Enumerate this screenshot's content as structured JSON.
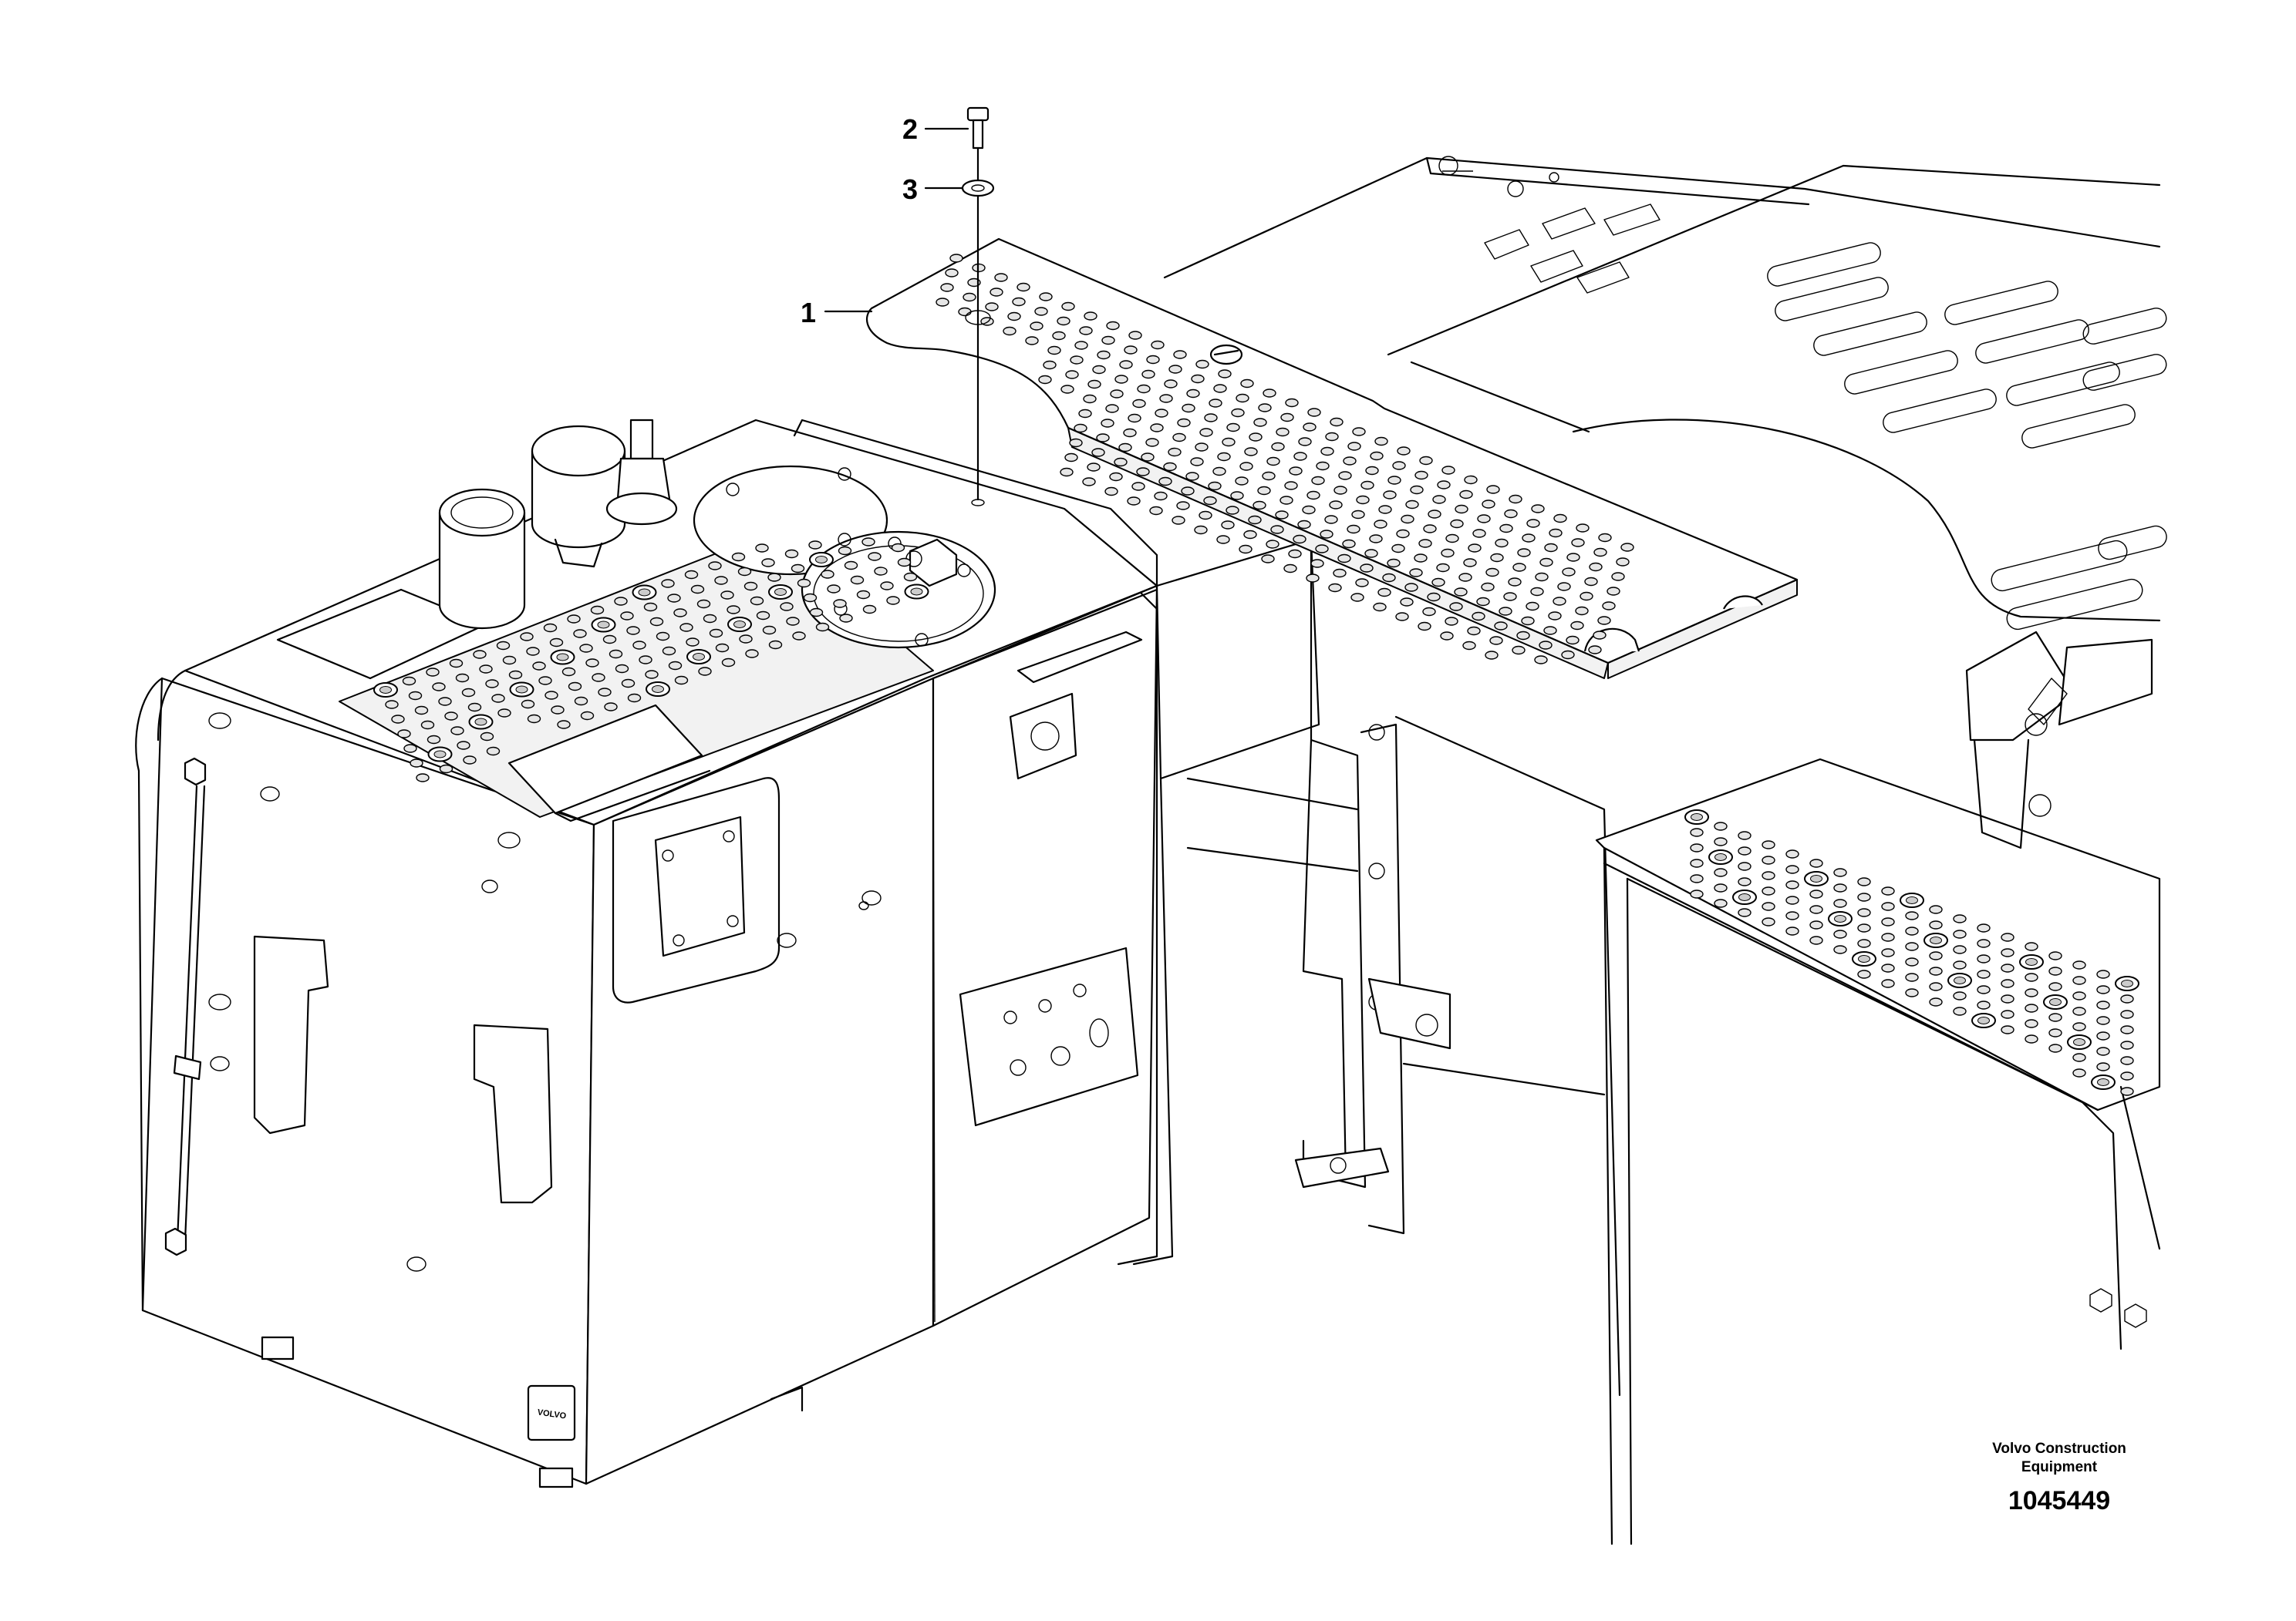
{
  "callouts": [
    {
      "number": "1",
      "part": "cover-plate"
    },
    {
      "number": "2",
      "part": "screw"
    },
    {
      "number": "3",
      "part": "washer"
    }
  ],
  "footer": {
    "maker_line1": "Volvo Construction",
    "maker_line2": "Equipment",
    "drawing_number": "1045449"
  },
  "logo_text": "VOLVO"
}
